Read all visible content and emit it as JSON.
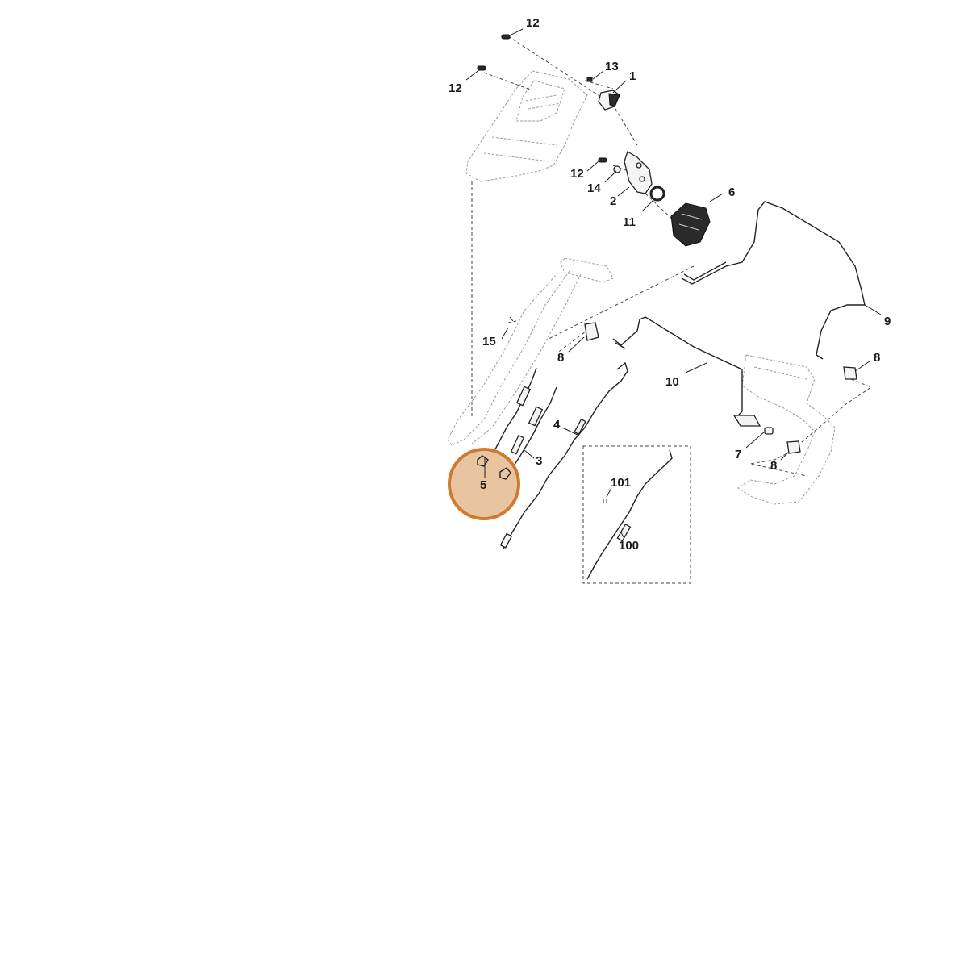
{
  "highlight": {
    "fill": "#e8c4a0",
    "stroke": "#d07a30"
  },
  "callouts": [
    {
      "id": "c12a",
      "text": "12"
    },
    {
      "id": "c12b",
      "text": "12"
    },
    {
      "id": "c13",
      "text": "13"
    },
    {
      "id": "c1",
      "text": "1"
    },
    {
      "id": "c12c",
      "text": "12"
    },
    {
      "id": "c14",
      "text": "14"
    },
    {
      "id": "c2",
      "text": "2"
    },
    {
      "id": "c11",
      "text": "11"
    },
    {
      "id": "c6",
      "text": "6"
    },
    {
      "id": "c9",
      "text": "9"
    },
    {
      "id": "c15",
      "text": "15"
    },
    {
      "id": "c8a",
      "text": "8"
    },
    {
      "id": "c10",
      "text": "10"
    },
    {
      "id": "c8b",
      "text": "8"
    },
    {
      "id": "c4",
      "text": "4"
    },
    {
      "id": "c3",
      "text": "3"
    },
    {
      "id": "c7",
      "text": "7"
    },
    {
      "id": "c8c",
      "text": "8"
    },
    {
      "id": "c101",
      "text": "101"
    },
    {
      "id": "c100",
      "text": "100"
    },
    {
      "id": "c5",
      "text": "5"
    }
  ]
}
